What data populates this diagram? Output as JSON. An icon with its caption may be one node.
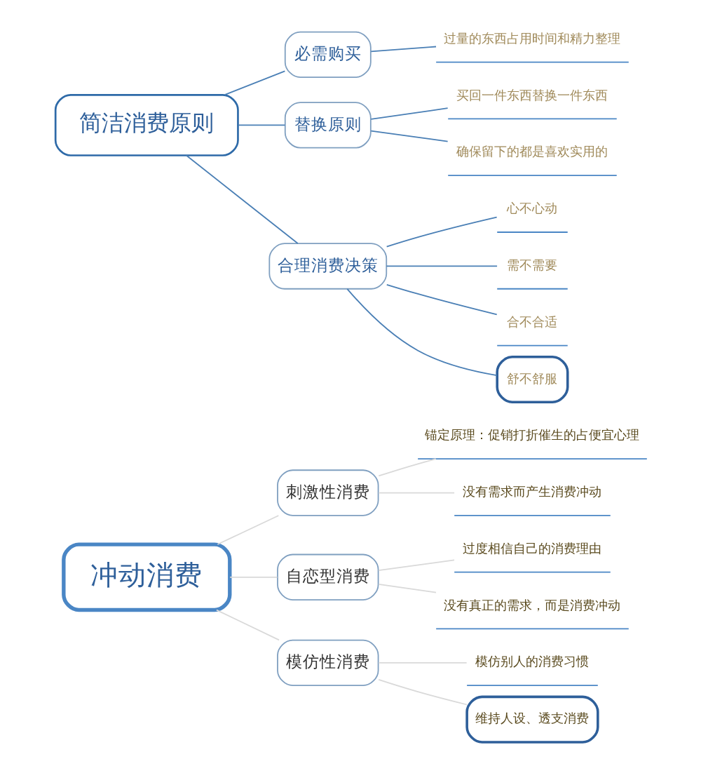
{
  "diagram": {
    "nodes": [
      {
        "text": [
          "冲动消费"
        ]
      },
      {
        "text": [
          "刺激性消费"
        ]
      },
      {
        "text": [
          "锚定原理：促销打折催生的占便宜心理"
        ]
      },
      {
        "text": [
          "没有需求而产生消费冲动"
        ]
      },
      {
        "text": [
          "自恋型消费"
        ]
      },
      {
        "text": [
          "过度相信自己的消费理由"
        ]
      },
      {
        "text": [
          "没有真正的需求，而是消费冲动"
        ]
      },
      {
        "text": [
          "模仿性消费"
        ]
      },
      {
        "text": [
          "模仿别人的消费习惯"
        ]
      },
      {
        "text": [
          "维持人设、透支消费"
        ]
      },
      {
        "text": [
          "简洁消费原则"
        ]
      },
      {
        "text": [
          "必需购买"
        ]
      },
      {
        "text": [
          "过量的东西占用时间和精力整理"
        ]
      },
      {
        "text": [
          "替换原则"
        ]
      },
      {
        "text": [
          "买回一件东西替换一件东西"
        ]
      },
      {
        "text": [
          "确保留下的都是喜欢实用的"
        ]
      },
      {
        "text": [
          "合理消费决策"
        ]
      },
      {
        "text": [
          "心不心动"
        ]
      },
      {
        "text": [
          "需不需要"
        ]
      },
      {
        "text": [
          "合不合适"
        ]
      },
      {
        "text": [
          "舒不舒服"
        ]
      }
    ],
    "edges": [
      {
        "from": 0,
        "to": 1,
        "arrow": "none",
        "color": "#d9d9d9"
      },
      {
        "from": 1,
        "to": 2,
        "arrow": "none",
        "color": "#d9d9d9"
      },
      {
        "from": 1,
        "to": 3,
        "arrow": "none",
        "color": "#d9d9d9"
      },
      {
        "from": 0,
        "to": 4,
        "arrow": "none",
        "color": "#d9d9d9"
      },
      {
        "from": 4,
        "to": 5,
        "arrow": "none",
        "color": "#d9d9d9"
      },
      {
        "from": 4,
        "to": 6,
        "arrow": "none",
        "color": "#d9d9d9"
      },
      {
        "from": 0,
        "to": 7,
        "arrow": "none",
        "color": "#d9d9d9"
      },
      {
        "from": 7,
        "to": 8,
        "arrow": "none",
        "color": "#d9d9d9"
      },
      {
        "from": 7,
        "to": 9,
        "arrow": "none",
        "color": "#d9d9d9"
      },
      {
        "from": 10,
        "to": 11,
        "arrow": "none"
      },
      {
        "from": 11,
        "to": 12,
        "arrow": "none"
      },
      {
        "from": 10,
        "to": 13,
        "arrow": "none"
      },
      {
        "from": 13,
        "to": 14,
        "arrow": "none"
      },
      {
        "from": 13,
        "to": 15,
        "arrow": "none"
      },
      {
        "from": 10,
        "to": 16,
        "arrow": "none"
      },
      {
        "from": 16,
        "to": 17,
        "arrow": "none"
      },
      {
        "from": 16,
        "to": 18,
        "arrow": "none"
      },
      {
        "from": 16,
        "to": 19,
        "arrow": "none"
      },
      {
        "from": 16,
        "to": 20,
        "arrow": "none"
      }
    ]
  }
}
